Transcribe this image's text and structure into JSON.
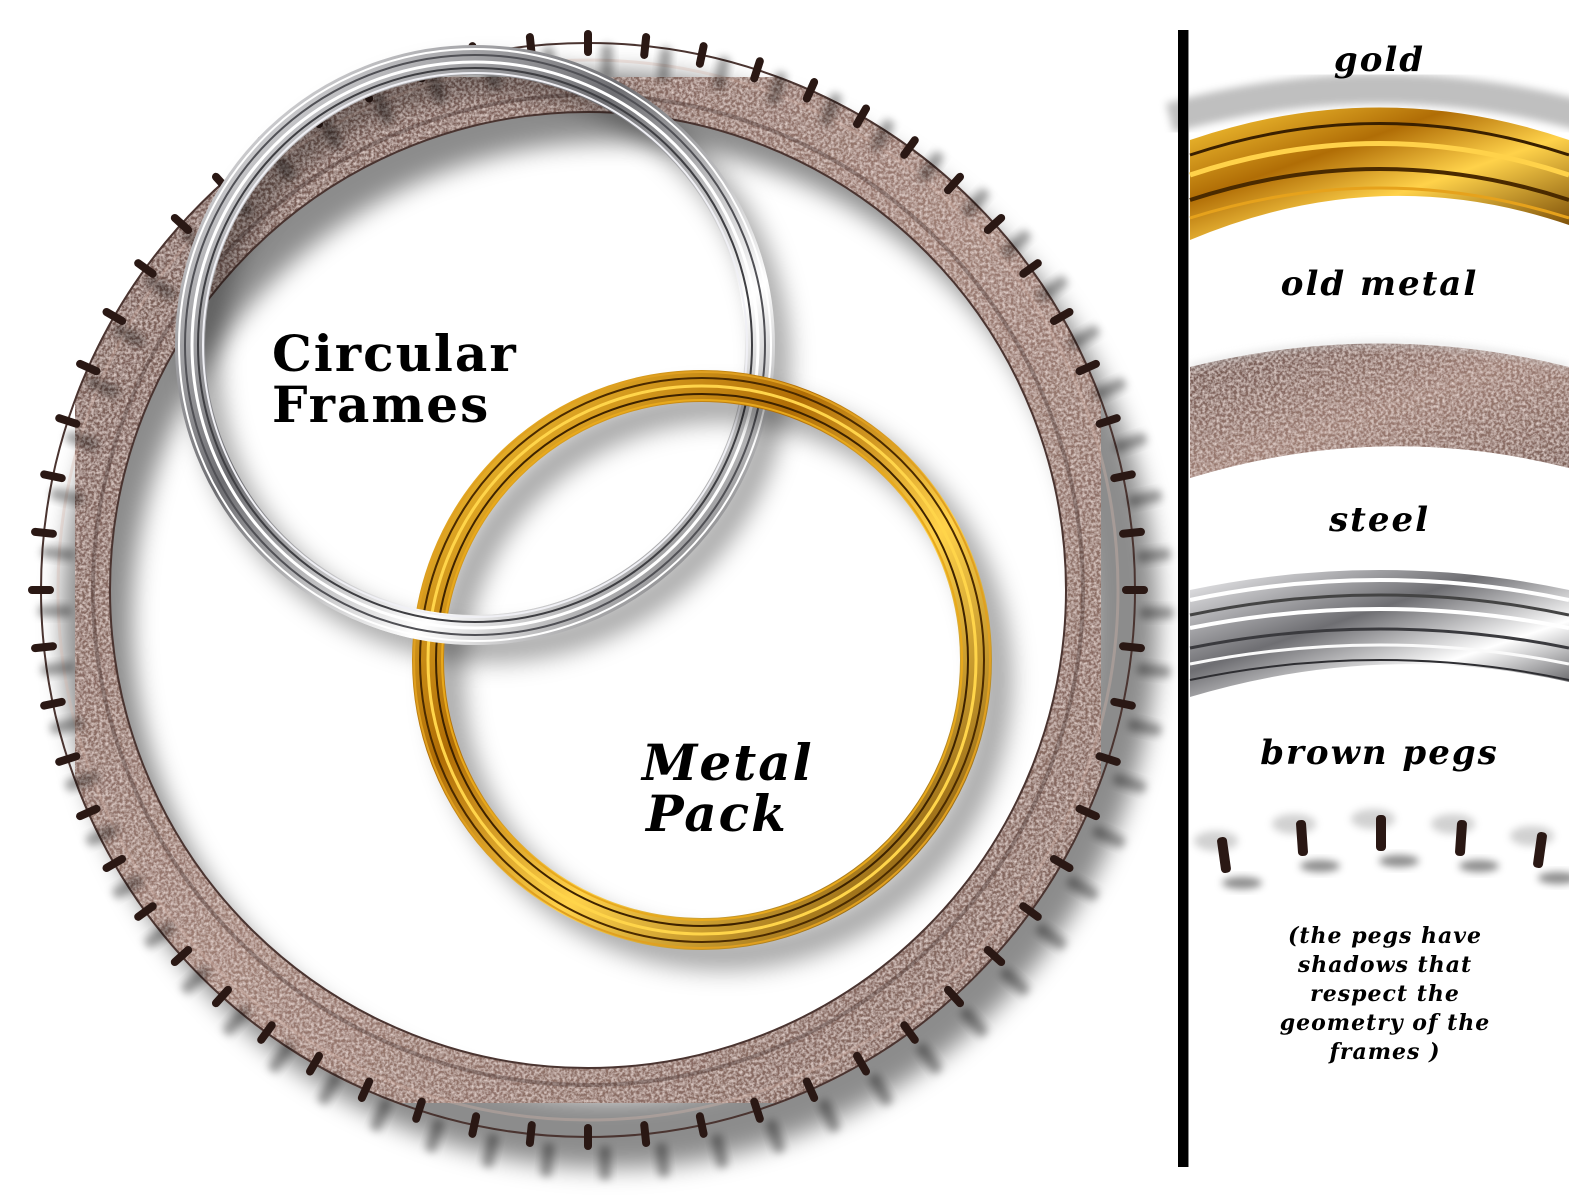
{
  "main": {
    "title_line1": "Circular",
    "title_line2": "Frames",
    "subtitle_line1": "Metal",
    "subtitle_line2": "Pack",
    "frames": [
      {
        "name": "old metal",
        "role": "outer pegged frame"
      },
      {
        "name": "steel",
        "role": "upper-left ring"
      },
      {
        "name": "gold",
        "role": "lower-right ring"
      }
    ],
    "peg_count": 60
  },
  "sidebar": {
    "swatches": [
      {
        "label": "gold",
        "color": "#c98a12"
      },
      {
        "label": "old metal",
        "color": "#7a5c55"
      },
      {
        "label": "steel",
        "color": "#9a9aa0"
      },
      {
        "label": "brown pegs",
        "color": "#2a1814"
      }
    ],
    "note_lines": [
      "(the pegs have",
      "shadows that",
      "respect the",
      "geometry of the",
      "frames )"
    ]
  },
  "colors": {
    "gold": "#c98a12",
    "gold_dark": "#5a3500",
    "gold_light": "#ffd24a",
    "old_metal": "#7d615a",
    "old_metal_light": "#c9a79b",
    "steel": "#b0b0b5",
    "steel_dark": "#3a3a3e",
    "peg": "#2a1814",
    "divider": "#000000"
  }
}
